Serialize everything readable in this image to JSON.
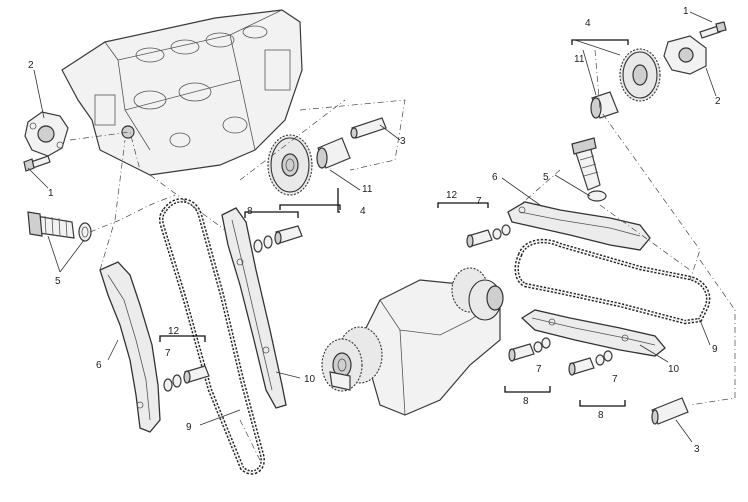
{
  "diagram": {
    "callouts": {
      "c1_tr": "1",
      "c2_tr": "2",
      "c4_tr": "4",
      "c11_tr": "11",
      "c2_l": "2",
      "c1_l": "1",
      "c5_l": "5",
      "c6_l": "6",
      "c12_l": "12",
      "c7_l": "7",
      "c3_tc": "3",
      "c11_c": "11",
      "c4_c": "4",
      "c8_c": "8",
      "c10_c": "10",
      "c9_c": "9",
      "c12_r": "12",
      "c7_r": "7",
      "c6_r": "6",
      "c5_r": "5",
      "c9_r": "9",
      "c10_r": "10",
      "c7_br1": "7",
      "c8_br1": "8",
      "c7_br2": "7",
      "c8_br2": "8",
      "c3_br": "3"
    }
  }
}
